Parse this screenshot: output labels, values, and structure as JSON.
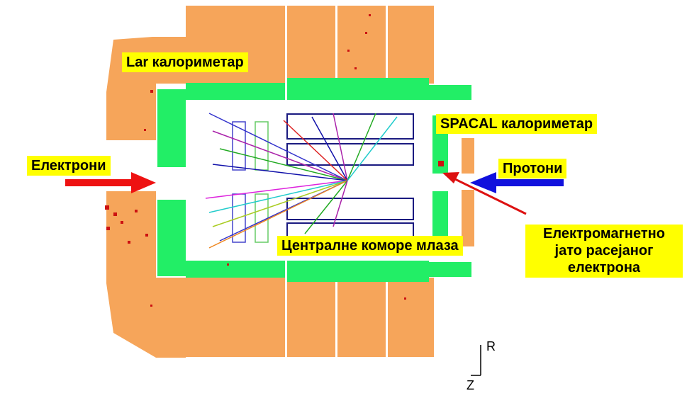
{
  "labels": {
    "lar": "Lar калориметар",
    "spacal": "SPACAL калориметар",
    "electrons": "Електрони",
    "protons": "Протони",
    "central_chambers": "Централне коморе млаза",
    "em_shower": [
      "Електромагнетно",
      "јато расејаног",
      "електрона"
    ]
  },
  "axes": {
    "r": "R",
    "z": "Z"
  },
  "colors": {
    "calorimeter": "#f6a55a",
    "tracker": "#22ee66",
    "label_bg": "#ffff00",
    "electron_arrow": "#ee1111",
    "proton_arrow": "#1111dd",
    "annotation_arrow": "#dd1111",
    "chamber_outline": "#1a1a80"
  }
}
